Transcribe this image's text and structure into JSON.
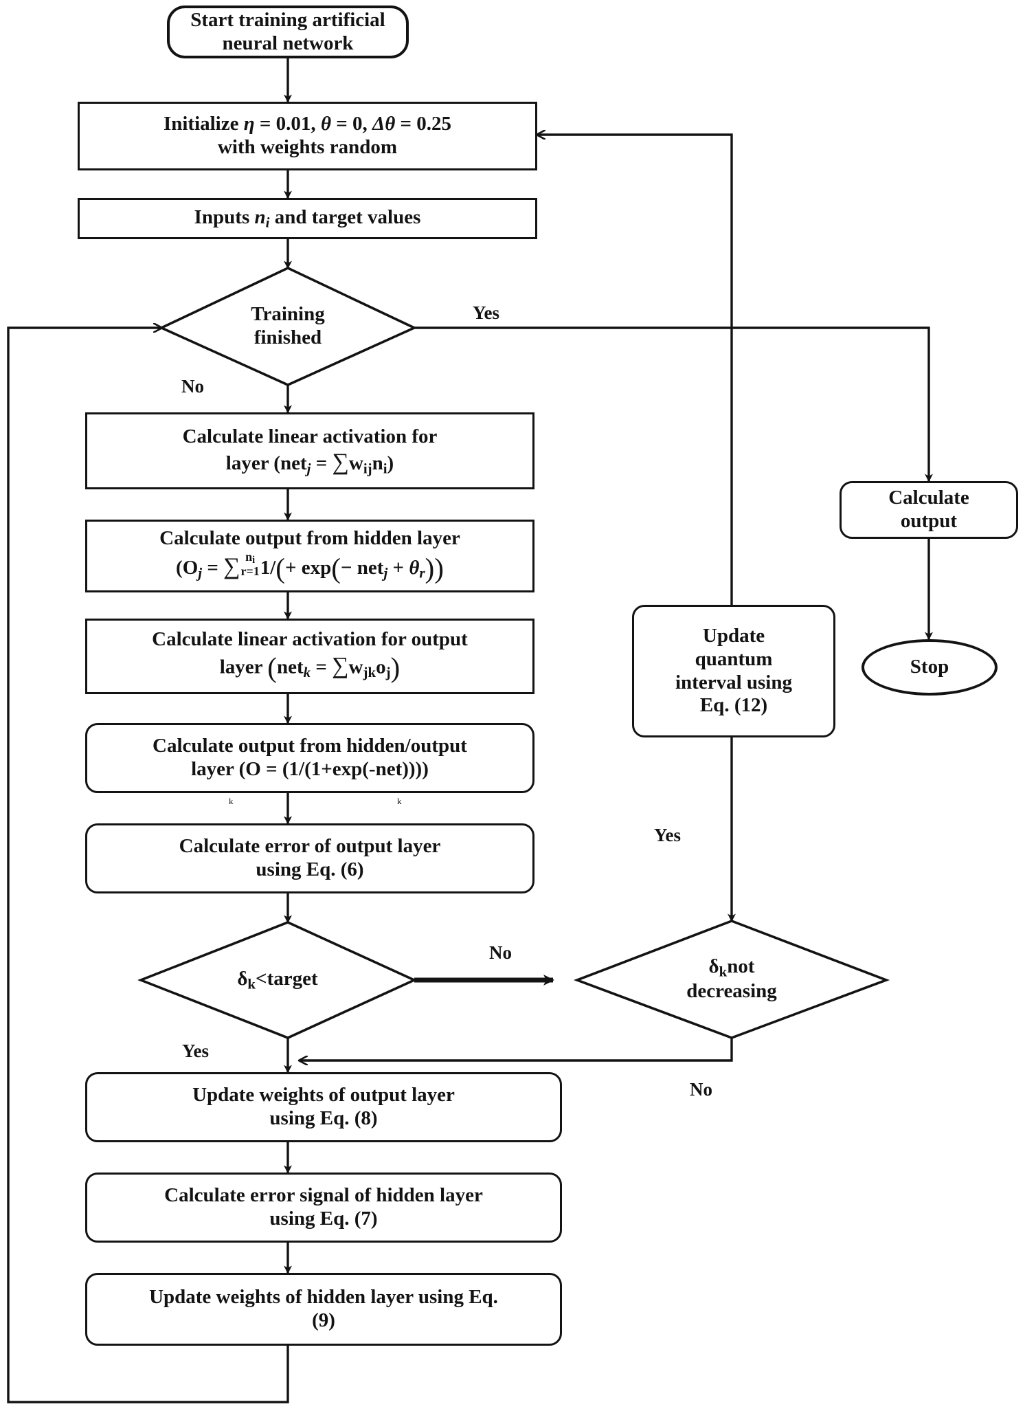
{
  "diagram": {
    "title": "Flowchart of artificial neural network training with quantum interval update",
    "type": "flowchart",
    "stroke_color": "#131313",
    "background_color": "#ffffff"
  },
  "nodes": {
    "start": {
      "shape": "terminator",
      "text": "Start training artificial neural network"
    },
    "initialize": {
      "shape": "process",
      "line1_prefix": "Initialize ",
      "eta": "η",
      "eta_value": " = 0.01, ",
      "theta": "θ",
      "theta_value": " =  0, ",
      "delta_theta": "Δθ",
      "delta_theta_value": " =  0.25",
      "line2": "with weights random",
      "full_text": "Initialize η = 0.01, θ = 0, Δθ = 0.25 with weights random"
    },
    "inputs": {
      "shape": "process",
      "prefix": "Inputs ",
      "var": "n",
      "var_sub": "i",
      "suffix": " and target values",
      "full_text": "Inputs n_i and target values"
    },
    "training_finished": {
      "shape": "decision",
      "line1": "Training",
      "line2": "finished",
      "full_text": "Training finished"
    },
    "calc_hidden_net": {
      "shape": "process",
      "line1": "Calculate linear activation for",
      "line2_prefix": "layer (",
      "net": "net",
      "net_sub": "j",
      "eq": " = ",
      "sigma": "∑",
      "w": "w",
      "w_sub": "ij",
      "n": "n",
      "n_sub": "i",
      "close": ")",
      "full_text": "Calculate linear activation for hidden layer (net_j = ∑ w_ij n_i)"
    },
    "calc_hidden_out": {
      "shape": "process",
      "line1": "Calculate output from hidden layer",
      "line2_open": "(",
      "O": "O",
      "O_sub": "j",
      "eq": " = ",
      "sigma": "∑",
      "sigma_top": "n",
      "sigma_top_sub": "i",
      "sigma_bot": "r=1",
      "one_over": "1/",
      "paren_open": "(",
      "plus_exp": "+ exp",
      "inner_open": "(",
      "minus": "− ",
      "net": "net",
      "net_sub": "j",
      "plus": " + ",
      "theta": "θ",
      "theta_sub": "r",
      "inner_close": ")",
      "paren_close": ")",
      "full_text": "Calculate output from hidden layer (O_j = ∑_{r=1}^{n_i} 1/(+ exp(− net_j + θ_r))"
    },
    "calc_output_net": {
      "shape": "process",
      "line1": "Calculate linear activation for output",
      "line2_prefix": "layer ",
      "paren_open": "(",
      "net": "net",
      "net_sub": "k",
      "eq": " = ",
      "sigma": "∑",
      "w": "w",
      "w_sub": "jk",
      "o": "o",
      "o_sub": "j",
      "paren_close": ")",
      "full_text": "Calculate linear activation for output layer (net_k = ∑ w_jk o_j)"
    },
    "calc_out_sigmoid": {
      "shape": "process",
      "line1": "Calculate output from hidden/output",
      "line2": "layer (O = (1/(1+exp(-net))))",
      "stray_sub_left": "k",
      "stray_sub_right": "k",
      "full_text": "Calculate output from hidden/output layer (O = (1/(1+exp(-net))))"
    },
    "calc_error_output": {
      "shape": "process",
      "line1": "Calculate error of output layer",
      "line2": "using Eq. (6)",
      "full_text": "Calculate error of output layer using Eq. (6)"
    },
    "delta_lt_target": {
      "shape": "decision",
      "delta": "δ",
      "delta_sub": "k",
      "rest": "<target",
      "full_text": "δ_k<target"
    },
    "delta_not_decreasing": {
      "shape": "decision",
      "delta": "δ",
      "delta_sub": "k",
      "rest": "not",
      "line2": "decreasing",
      "full_text": "δ_k not decreasing"
    },
    "update_output_weights": {
      "shape": "process",
      "line1": "Update weights of output layer",
      "line2": "using Eq. (8)",
      "full_text": "Update weights of output layer using Eq. (8)"
    },
    "calc_error_hidden": {
      "shape": "process",
      "line1": "Calculate error signal of hidden layer",
      "line2": "using Eq. (7)",
      "full_text": "Calculate error signal of hidden layer using Eq. (7)"
    },
    "update_hidden_weights": {
      "shape": "process",
      "line1": "Update weights of hidden layer using Eq.",
      "line2": "(9)",
      "full_text": "Update weights of hidden layer using Eq. (9)"
    },
    "update_quantum": {
      "shape": "process-round",
      "line1": "Update",
      "line2": "quantum",
      "line3": "interval using",
      "line4": "Eq. (12)",
      "full_text": "Update quantum interval using Eq. (12)"
    },
    "calculate_output": {
      "shape": "process-round",
      "line1": "Calculate",
      "line2": "output",
      "full_text": "Calculate output"
    },
    "stop": {
      "shape": "terminator-oval",
      "text": "Stop"
    }
  },
  "edge_labels": {
    "training_yes": "Yes",
    "training_no": "No",
    "delta_target_no": "No",
    "delta_target_yes": "Yes",
    "not_decreasing_yes": "Yes",
    "not_decreasing_no": "No"
  }
}
